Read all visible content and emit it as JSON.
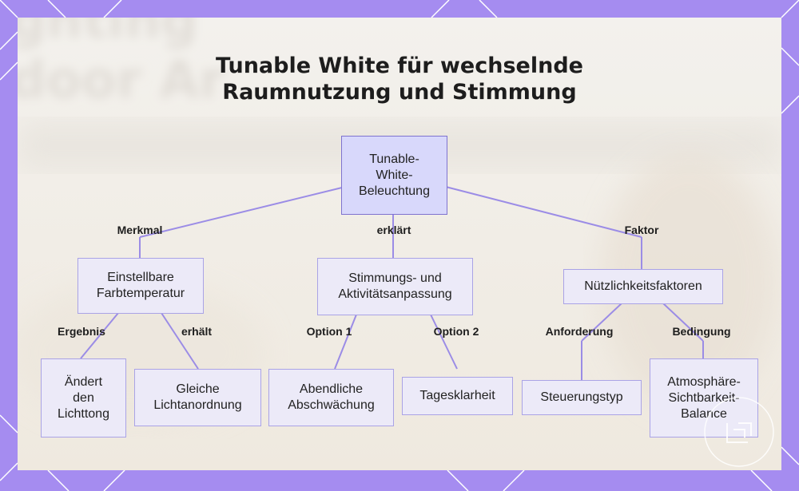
{
  "title": {
    "line1": "Tunable White für wechselnde",
    "line2": "Raumnutzung und Stimmung"
  },
  "root": {
    "lines": [
      "Tunable-",
      "White-",
      "Beleuchtung"
    ]
  },
  "branches": [
    {
      "edge": "Merkmal",
      "lines": [
        "Einstellbare",
        "Farbtemperatur"
      ]
    },
    {
      "edge": "erklärt",
      "lines": [
        "Stimmungs- und",
        "Aktivitätsanpassung"
      ]
    },
    {
      "edge": "Faktor",
      "lines": [
        "Nützlichkeitsfaktoren"
      ]
    }
  ],
  "leaves": [
    {
      "edge": "Ergebnis",
      "lines": [
        "Ändert",
        "den",
        "Lichttong"
      ]
    },
    {
      "edge": "erhält",
      "lines": [
        "Gleiche",
        "Lichtanordnung"
      ]
    },
    {
      "edge": "Option 1",
      "lines": [
        "Abendliche",
        "Abschwächung"
      ]
    },
    {
      "edge": "Option 2",
      "lines": [
        "Tagesklarheit"
      ]
    },
    {
      "edge": "Anforderung",
      "lines": [
        "Steuerungstyp"
      ]
    },
    {
      "edge": "Bedingung",
      "lines": [
        "Atmosphäre-",
        "Sichtbarkeit-",
        "Balance"
      ]
    }
  ],
  "background_text": [
    "ghting",
    "door Ar"
  ],
  "colors": {
    "frame": "#a58cf0",
    "connector": "#9b8ce6",
    "root_fill": "#d8d8fb",
    "root_border": "#7f73cf",
    "node_fill": "#eceaf8",
    "node_border": "#aaa3e6"
  },
  "icons": {
    "watermark": "logo-watermark-icon"
  }
}
